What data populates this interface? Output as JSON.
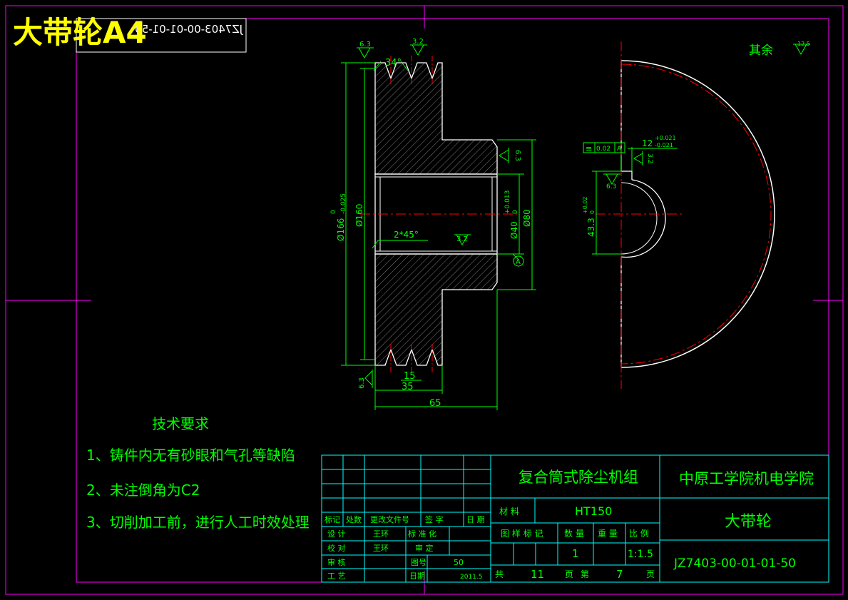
{
  "sheet_title": "大带轮A4",
  "mirrored_stamp": "JZ7403-00-01-01-50",
  "surface_roughness": {
    "top_left": "6.3",
    "top_groove": "3.2",
    "hub_face": "6.3",
    "bore": "3.2",
    "bottom_left": "6.3",
    "keyway_side": "3.2",
    "keyway_bottom": "6.3",
    "others_label": "其余",
    "others_value": "12.5"
  },
  "dimensions": {
    "groove_angle": "34°",
    "outer_dia": "Ø166",
    "outer_dia_tol_upper": "0",
    "outer_dia_tol_lower": "-0.025",
    "inner_rim_dia": "Ø160",
    "chamfer": "2*45°",
    "bore_dia": "Ø40",
    "bore_tol_upper": "+0.013",
    "bore_tol_lower": "0",
    "hub_dia": "Ø80",
    "datum": "A",
    "groove_pitch": "15",
    "rim_width": "35",
    "hub_length": "65",
    "keyway_width": "12",
    "keyway_tol_upper": "+0.021",
    "keyway_tol_lower": "-0.021",
    "keyway_depth": "43.3",
    "keyway_depth_tol_upper": "+0.02",
    "keyway_depth_tol_lower": "0",
    "symmetry_symbol": "≡",
    "symmetry_value": "0.02",
    "symmetry_datum": "A"
  },
  "tech_req": {
    "title": "技术要求",
    "items": [
      "1、铸件内无有砂眼和气孔等缺陷",
      "2、未注倒角为C2",
      "3、切削加工前，进行人工时效处理"
    ]
  },
  "title_block": {
    "assembly_name": "复合筒式除尘机组",
    "school": "中原工学院机电学院",
    "material_label": "材  料",
    "material": "HT150",
    "part_name": "大带轮",
    "drawing_number": "JZ7403-00-01-01-50",
    "hdr_mark": "标记",
    "hdr_count": "处数",
    "hdr_doc": "更改文件号",
    "hdr_sign": "签  字",
    "hdr_date": "日  期",
    "design_label": "设  计",
    "design_name": "王环",
    "standard_label": "标  准  化",
    "check_label": "校  对",
    "check_name": "王环",
    "review_label": "审  定",
    "audit_label": "审  核",
    "figno_label": "图号",
    "figno": "50",
    "process_label": "工  艺",
    "date_label": "日期",
    "date": "2011.5",
    "col_pattern": "图  样  标  记",
    "col_qty": "数  量",
    "col_weight": "重  量",
    "col_scale": "比  例",
    "qty": "1",
    "scale": "1:1.5",
    "total_label": "共",
    "total_pages": "11",
    "page_label": "页",
    "sheet_label": "第",
    "sheet_no": "7",
    "sheet_page_label": "页"
  },
  "colors": {
    "background": "#000000",
    "border": "#ff00ff",
    "outline": "#ffffff",
    "dimension": "#00ff00",
    "table": "#00ffff",
    "center_line": "#ff0000",
    "title": "#ffff00"
  }
}
